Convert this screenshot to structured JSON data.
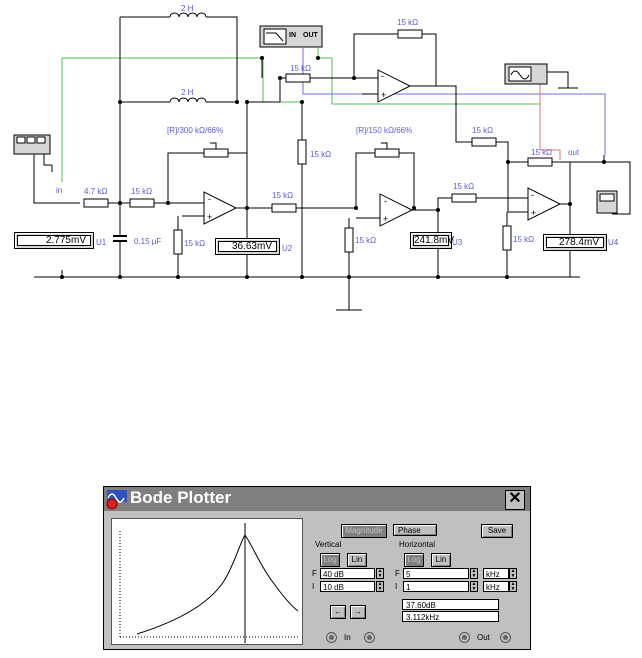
{
  "schematic": {
    "inductor_top": "2 H",
    "inductor_mid": "2 H",
    "res_top_right": "15 kΩ",
    "res_mid_center": "15 kΩ",
    "pot1": "[R]/300 kΩ/66%",
    "pot2": "[R]/150 kΩ/66%",
    "res_in": "4.7 kΩ",
    "res_a": "15 kΩ",
    "res_b": "15 kΩ",
    "res_c": "15 kΩ",
    "res_d": "15 kΩ",
    "res_e": "15 kΩ",
    "res_f": "15 kΩ",
    "res_g": "15 kΩ",
    "res_h": "15 kΩ",
    "res_i": "15 kΩ",
    "cap": "0.15 μF",
    "in_label": "in",
    "out_label": "out",
    "bode_in": "IN",
    "bode_out": "OUT",
    "meters": [
      {
        "value": "2.775mV",
        "id": "U1"
      },
      {
        "value": "36.63mV",
        "id": "U2"
      },
      {
        "value": "241.8mV",
        "id": "U3"
      },
      {
        "value": "278.4mV",
        "id": "U4"
      }
    ]
  },
  "bode": {
    "title": "Bode Plotter",
    "close": "✕",
    "magnitude": "Magnitude",
    "phase": "Phase",
    "save": "Save",
    "vertical": "Vertical",
    "horizontal": "Horizontal",
    "log": "Log",
    "lin": "Lin",
    "v_f_label": "F",
    "v_i_label": "I",
    "v_f": "40 dB",
    "v_i": "10 dB",
    "h_f_label": "F",
    "h_i_label": "I",
    "h_f": "5",
    "h_i": "1",
    "unit_f": "kHz",
    "unit_i": "kHz",
    "arrow_left": "←",
    "arrow_right": "→",
    "readout_db": "37.60dB",
    "readout_freq": "3.112kHz",
    "port_in": "In",
    "port_out": "Out"
  },
  "colors": {
    "label": "#5a5adc",
    "window_bg": "#c0c0c0",
    "title_bg": "#7f7f7f"
  }
}
